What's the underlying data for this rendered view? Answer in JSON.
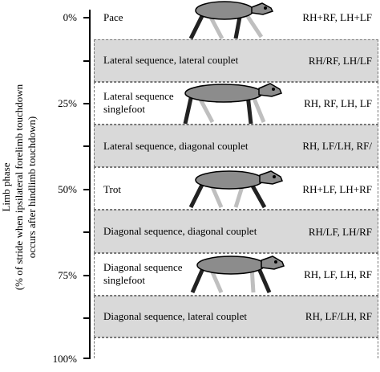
{
  "axis": {
    "title_line1": "Limb phase",
    "title_line2": "(% of stride when ipsilateral forelimb touchdown",
    "title_line3": "occurs after hindlimb touchdown)",
    "tick_labels": [
      "0%",
      "25%",
      "50%",
      "75%",
      "100%"
    ]
  },
  "gaits": [
    {
      "name": "Pace",
      "feet": "RH+RF, LH+LF"
    },
    {
      "name": "Lateral sequence, lateral couplet",
      "feet": "RH/RF, LH/LF"
    },
    {
      "name_line1": "Lateral sequence",
      "name_line2": "singlefoot",
      "feet": "RH, RF, LH, LF"
    },
    {
      "name": "Lateral sequence, diagonal couplet",
      "feet": "RH, LF/LH, RF/"
    },
    {
      "name": "Trot",
      "feet": "RH+LF, LH+RF"
    },
    {
      "name": "Diagonal sequence, diagonal couplet",
      "feet": "RH/LF, LH/RF"
    },
    {
      "name_line1": "Diagonal sequence",
      "name_line2": "singlefoot",
      "feet": "RH, LF, LH, RF"
    },
    {
      "name": "Diagonal sequence, lateral couplet",
      "feet": "RH, LF/LH, RF"
    }
  ],
  "colors": {
    "band_gray": "#d9d9d9",
    "body": "#8c8c8c",
    "dark_leg": "#222222",
    "light_leg": "#bfbfbf"
  }
}
